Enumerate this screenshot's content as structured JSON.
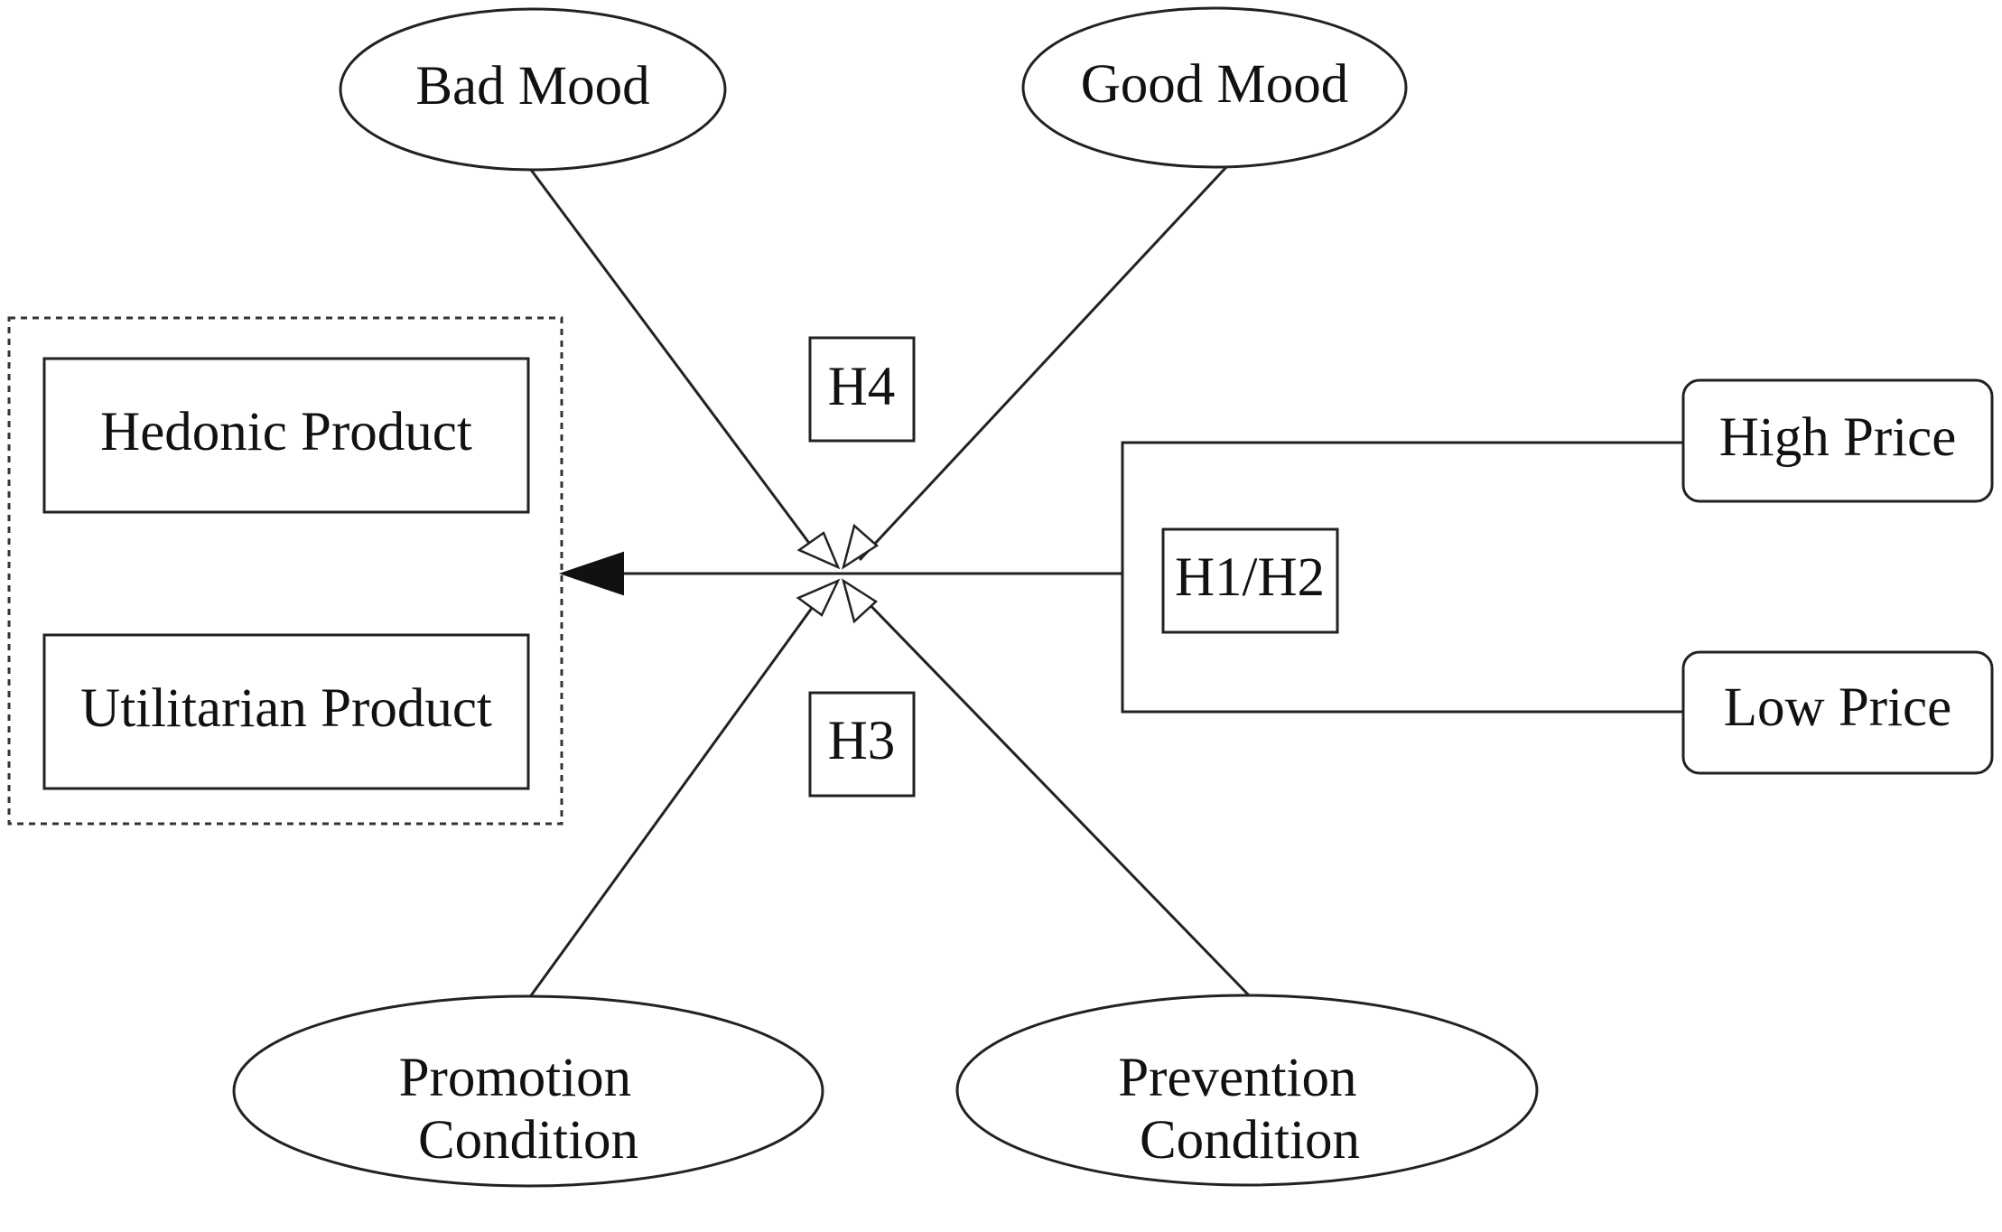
{
  "nodes": {
    "bad_mood": "Bad Mood",
    "good_mood": "Good Mood",
    "hedonic_product": "Hedonic Product",
    "utilitarian_product": "Utilitarian Product",
    "high_price": "High Price",
    "low_price": "Low Price",
    "promotion_condition": [
      "Promotion",
      "Condition"
    ],
    "prevention_condition": [
      "Prevention",
      "Condition"
    ]
  },
  "hypotheses": {
    "h4": "H4",
    "h1_h2": "H1/H2",
    "h3": "H3"
  }
}
